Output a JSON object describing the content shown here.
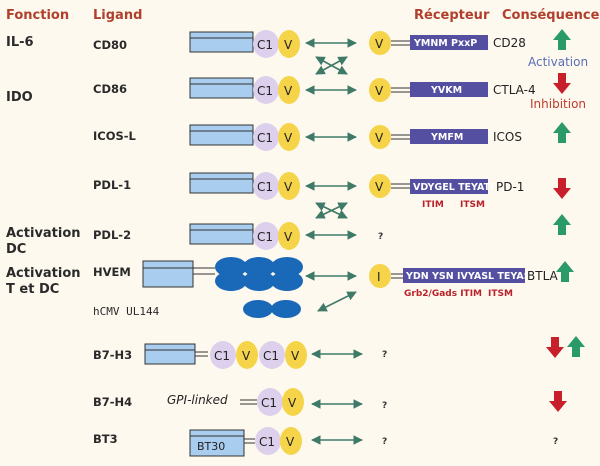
{
  "headers": {
    "function": "Fonction",
    "ligand": "Ligand",
    "receptor": "Récepteur",
    "consequences": "Conséquences"
  },
  "functions": {
    "il6": "IL-6",
    "ido": "IDO",
    "act_dc_1": "Activation",
    "act_dc_2": "DC",
    "act_tdc_1": "Activation",
    "act_tdc_2": "T et DC"
  },
  "ligands": {
    "cd80": "CD80",
    "cd86": "CD86",
    "icosl": "ICOS-L",
    "pdl1": "PDL-1",
    "pdl2": "PDL-2",
    "hvem": "HVEM",
    "hcmv": "hCMV UL144",
    "b7h3": "B7-H3",
    "b7h4": "B7-H4",
    "bt3": "BT3"
  },
  "domains": {
    "c1": "C1",
    "v": "V",
    "i": "I",
    "bt30": "BT30",
    "gpi": "GPI-linked"
  },
  "receptors": {
    "cd28": "CD28",
    "ctla4": "CTLA-4",
    "icos": "ICOS",
    "pd1": "PD-1",
    "btla": "BTLA"
  },
  "motifs": {
    "cd28": "YMNM PxxP",
    "ctla4": "YVKM",
    "icos": "YMFM",
    "pd1": "VDYGEL TEYATI",
    "btla": "YDN YSN IVYASL TEYASI"
  },
  "motif_labels": {
    "itim": "ITIM",
    "itsm": "ITSM",
    "grb2": "Grb2/Gads ITIM",
    "btla_itsm": "ITSM"
  },
  "consequences": {
    "activation": "Activation",
    "inhibition": "Inhibition"
  },
  "unknown": "?",
  "colors": {
    "background": "#fef9ef",
    "header": "#b03f2c",
    "membrane": "#a9cdee",
    "c1": "#dcd0ec",
    "v": "#f6d44a",
    "motif_box": "#544fa0",
    "crd": "#1a68b8",
    "arrow": "#3f7a68",
    "up": "#2a9a6a",
    "down": "#c8202a"
  },
  "icons": {
    "up": "green-up-arrow-icon",
    "down": "red-down-arrow-icon"
  }
}
